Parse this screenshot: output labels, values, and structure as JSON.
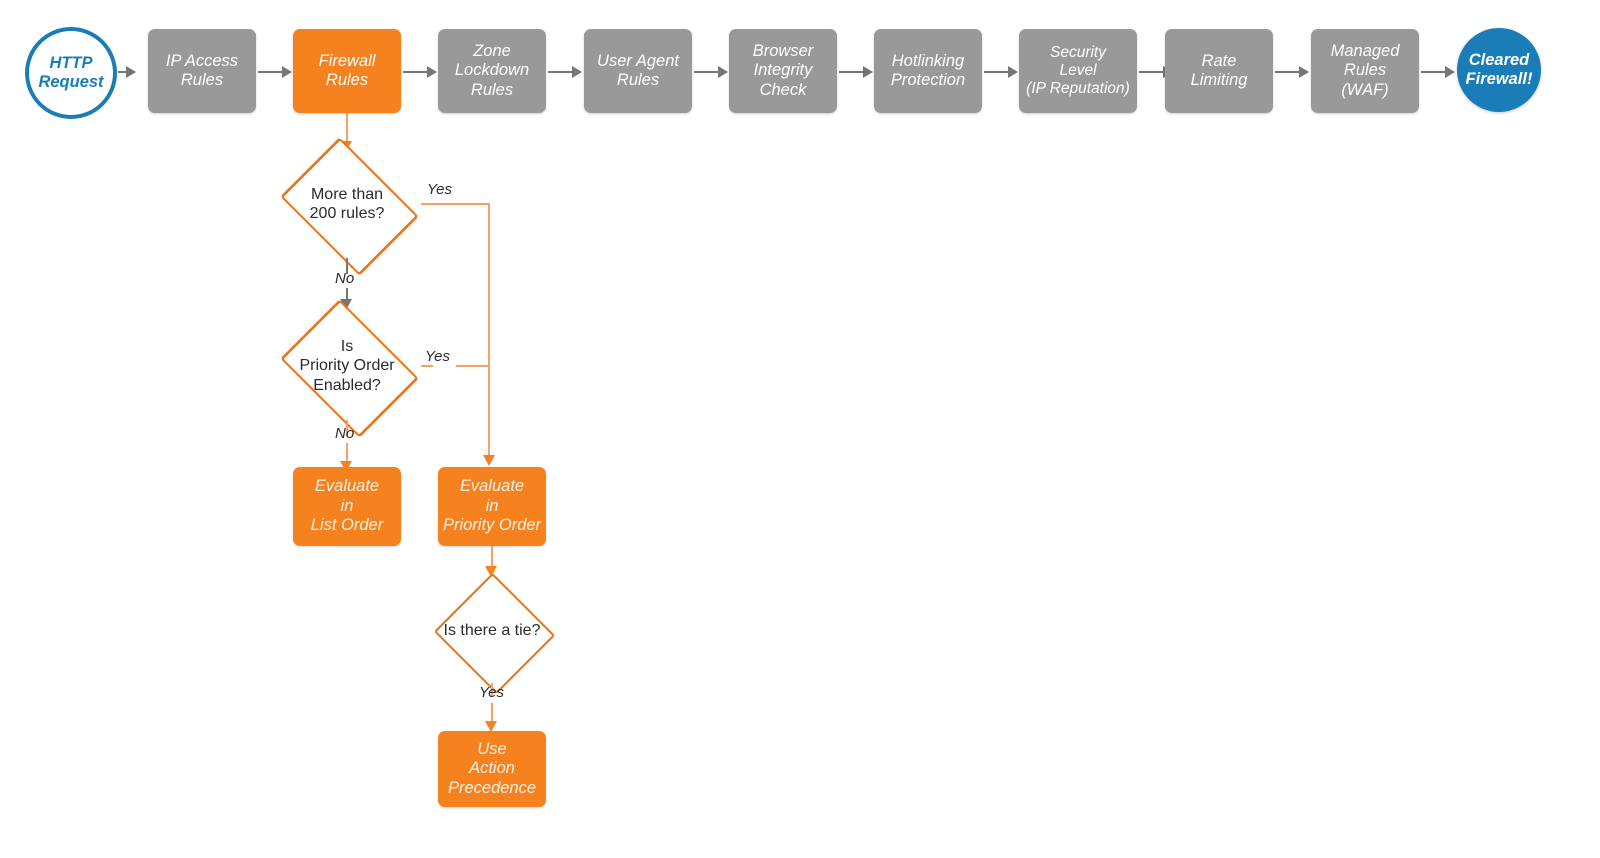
{
  "diagram": {
    "title": "Cloudflare Firewall Rules Evaluation Order",
    "colors": {
      "pipeline_gray": "#999999",
      "accent_orange": "#f5821f",
      "brand_blue": "#1a7db8",
      "connector_gray": "#767676",
      "connector_orange": "#f8a068",
      "diamond_border": "#e8761d"
    }
  },
  "pipeline": {
    "start": {
      "label": "HTTP\nRequest",
      "type": "terminator"
    },
    "steps": [
      {
        "id": "ip-access-rules",
        "label": "IP Access\nRules",
        "highlight": false
      },
      {
        "id": "firewall-rules",
        "label": "Firewall\nRules",
        "highlight": true
      },
      {
        "id": "zone-lockdown-rules",
        "label": "Zone\nLockdown\nRules",
        "highlight": false
      },
      {
        "id": "user-agent-rules",
        "label": "User Agent\nRules",
        "highlight": false
      },
      {
        "id": "browser-integrity",
        "label": "Browser\nIntegrity\nCheck",
        "highlight": false
      },
      {
        "id": "hotlinking",
        "label": "Hotlinking\nProtection",
        "highlight": false
      },
      {
        "id": "security-level",
        "label": "Security\nLevel\n(IP Reputation)",
        "highlight": false
      },
      {
        "id": "rate-limiting",
        "label": "Rate\nLimiting",
        "highlight": false
      },
      {
        "id": "managed-rules-waf",
        "label": "Managed\nRules\n(WAF)",
        "highlight": false
      }
    ],
    "end": {
      "label": "Cleared\nFirewall!",
      "type": "terminator"
    }
  },
  "branch": {
    "decisions": [
      {
        "id": "more-than-200-rules",
        "label": "More than\n200 rules?"
      },
      {
        "id": "is-priority-order",
        "label": "Is\nPriority Order\nEnabled?"
      },
      {
        "id": "is-there-a-tie",
        "label": "Is there a tie?"
      }
    ],
    "outcomes": [
      {
        "id": "evaluate-list-order",
        "label": "Evaluate\nin\nList Order"
      },
      {
        "id": "evaluate-priority-order",
        "label": "Evaluate\nin\nPriority Order"
      },
      {
        "id": "use-action-precedence",
        "label": "Use\nAction\nPrecedence"
      }
    ],
    "edge_labels": {
      "d1_yes": "Yes",
      "d1_no": "No",
      "d2_yes": "Yes",
      "d2_no": "No",
      "d3_yes": "Yes"
    }
  }
}
